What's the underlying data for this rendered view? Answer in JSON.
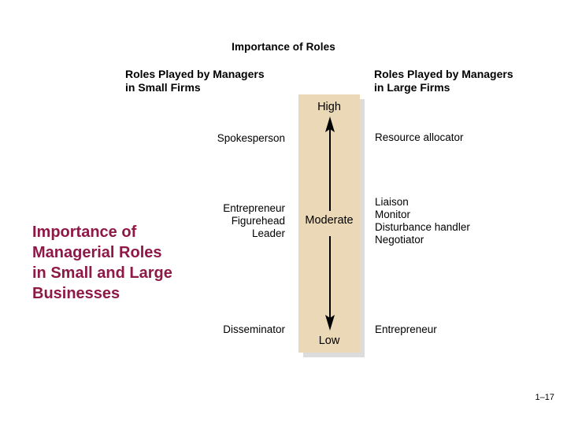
{
  "slide": {
    "heading": "Importance of\nManagerial Roles\nin Small and Large\nBusinesses",
    "heading_color": "#8e1846",
    "page_marker": "1–17",
    "background_color": "#ffffff"
  },
  "chart_data": {
    "type": "table",
    "title": "Importance of Roles",
    "panel_color": "#ebd8b7",
    "scale": {
      "axis_label_top": "High",
      "axis_label_middle": "Moderate",
      "axis_label_bottom": "Low",
      "direction": "double-headed vertical arrow"
    },
    "columns": [
      {
        "header": "Roles Played by Managers\nin Small Firms",
        "align": "right",
        "groups": [
          {
            "importance": "High",
            "roles": [
              "Spokesperson"
            ]
          },
          {
            "importance": "Moderate",
            "roles": [
              "Entrepreneur",
              "Figurehead",
              "Leader"
            ]
          },
          {
            "importance": "Low",
            "roles": [
              "Disseminator"
            ]
          }
        ]
      },
      {
        "header": "Roles Played by Managers\nin Large Firms",
        "align": "left",
        "groups": [
          {
            "importance": "High",
            "roles": [
              "Resource allocator"
            ]
          },
          {
            "importance": "Moderate",
            "roles": [
              "Liaison",
              "Monitor",
              "Disturbance handler",
              "Negotiator"
            ]
          },
          {
            "importance": "Low",
            "roles": [
              "Entrepreneur"
            ]
          }
        ]
      }
    ]
  },
  "text": {
    "chart_title": "Importance of Roles",
    "header_small": "Roles Played by Managers\nin Small Firms",
    "header_large": "Roles Played by Managers\nin Large Firms",
    "high": "High",
    "moderate": "Moderate",
    "low": "Low",
    "left_group_1": "Spokesperson",
    "left_group_2": "Entrepreneur\nFigurehead\nLeader",
    "left_group_3": "Disseminator",
    "right_group_1": "Resource allocator",
    "right_group_2": "Liaison\nMonitor\nDisturbance handler\nNegotiator",
    "right_group_3": "Entrepreneur"
  }
}
